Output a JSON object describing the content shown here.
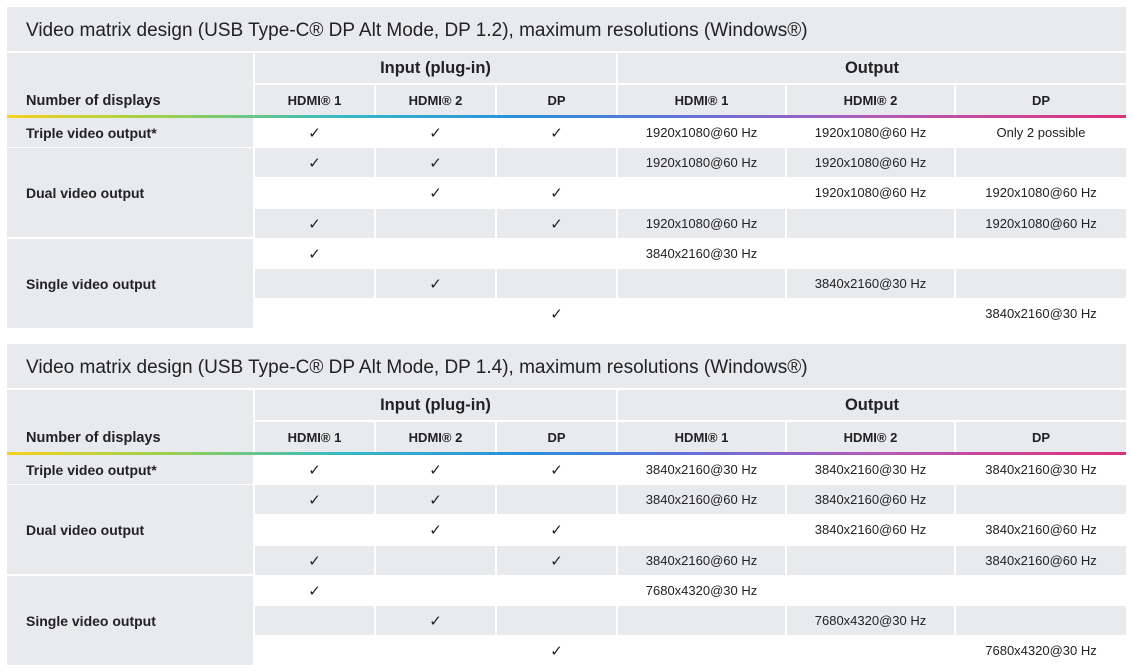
{
  "tables": [
    {
      "title": "Video matrix design (USB Type-C® DP Alt Mode, DP 1.2), maximum resolutions (Windows®)",
      "header": {
        "number_of_displays": "Number of displays",
        "input_group": "Input (plug-in)",
        "output_group": "Output",
        "inputs": [
          "HDMI® 1",
          "HDMI® 2",
          "DP"
        ],
        "outputs": [
          "HDMI® 1",
          "HDMI® 2",
          "DP"
        ]
      },
      "groups": [
        {
          "label": "Triple video output*",
          "rows": [
            {
              "inputs": [
                "✓",
                "✓",
                "✓"
              ],
              "outputs": [
                "1920x1080@60 Hz",
                "1920x1080@60 Hz",
                "Only 2 possible"
              ]
            }
          ]
        },
        {
          "label": "Dual video output",
          "rows": [
            {
              "inputs": [
                "✓",
                "✓",
                ""
              ],
              "outputs": [
                "1920x1080@60 Hz",
                "1920x1080@60 Hz",
                ""
              ]
            },
            {
              "inputs": [
                "",
                "✓",
                "✓"
              ],
              "outputs": [
                "",
                "1920x1080@60 Hz",
                "1920x1080@60 Hz"
              ]
            },
            {
              "inputs": [
                "✓",
                "",
                "✓"
              ],
              "outputs": [
                "1920x1080@60 Hz",
                "",
                "1920x1080@60 Hz"
              ]
            }
          ]
        },
        {
          "label": "Single video output",
          "rows": [
            {
              "inputs": [
                "✓",
                "",
                ""
              ],
              "outputs": [
                "3840x2160@30 Hz",
                "",
                ""
              ]
            },
            {
              "inputs": [
                "",
                "✓",
                ""
              ],
              "outputs": [
                "",
                "3840x2160@30 Hz",
                ""
              ]
            },
            {
              "inputs": [
                "",
                "",
                "✓"
              ],
              "outputs": [
                "",
                "",
                "3840x2160@30 Hz"
              ]
            }
          ]
        }
      ]
    },
    {
      "title": "Video matrix design (USB Type-C® DP Alt Mode, DP 1.4), maximum resolutions (Windows®)",
      "header": {
        "number_of_displays": "Number of displays",
        "input_group": "Input (plug-in)",
        "output_group": "Output",
        "inputs": [
          "HDMI® 1",
          "HDMI® 2",
          "DP"
        ],
        "outputs": [
          "HDMI® 1",
          "HDMI® 2",
          "DP"
        ]
      },
      "groups": [
        {
          "label": "Triple video output*",
          "rows": [
            {
              "inputs": [
                "✓",
                "✓",
                "✓"
              ],
              "outputs": [
                "3840x2160@30 Hz",
                "3840x2160@30 Hz",
                "3840x2160@30 Hz"
              ]
            }
          ]
        },
        {
          "label": "Dual video output",
          "rows": [
            {
              "inputs": [
                "✓",
                "✓",
                ""
              ],
              "outputs": [
                "3840x2160@60 Hz",
                "3840x2160@60 Hz",
                ""
              ]
            },
            {
              "inputs": [
                "",
                "✓",
                "✓"
              ],
              "outputs": [
                "",
                "3840x2160@60 Hz",
                "3840x2160@60 Hz"
              ]
            },
            {
              "inputs": [
                "✓",
                "",
                "✓"
              ],
              "outputs": [
                "3840x2160@60 Hz",
                "",
                "3840x2160@60 Hz"
              ]
            }
          ]
        },
        {
          "label": "Single video output",
          "rows": [
            {
              "inputs": [
                "✓",
                "",
                ""
              ],
              "outputs": [
                "7680x4320@30 Hz",
                "",
                ""
              ]
            },
            {
              "inputs": [
                "",
                "✓",
                ""
              ],
              "outputs": [
                "",
                "7680x4320@30 Hz",
                ""
              ]
            },
            {
              "inputs": [
                "",
                "",
                "✓"
              ],
              "outputs": [
                "",
                "",
                "7680x4320@30 Hz"
              ]
            }
          ]
        }
      ]
    }
  ]
}
